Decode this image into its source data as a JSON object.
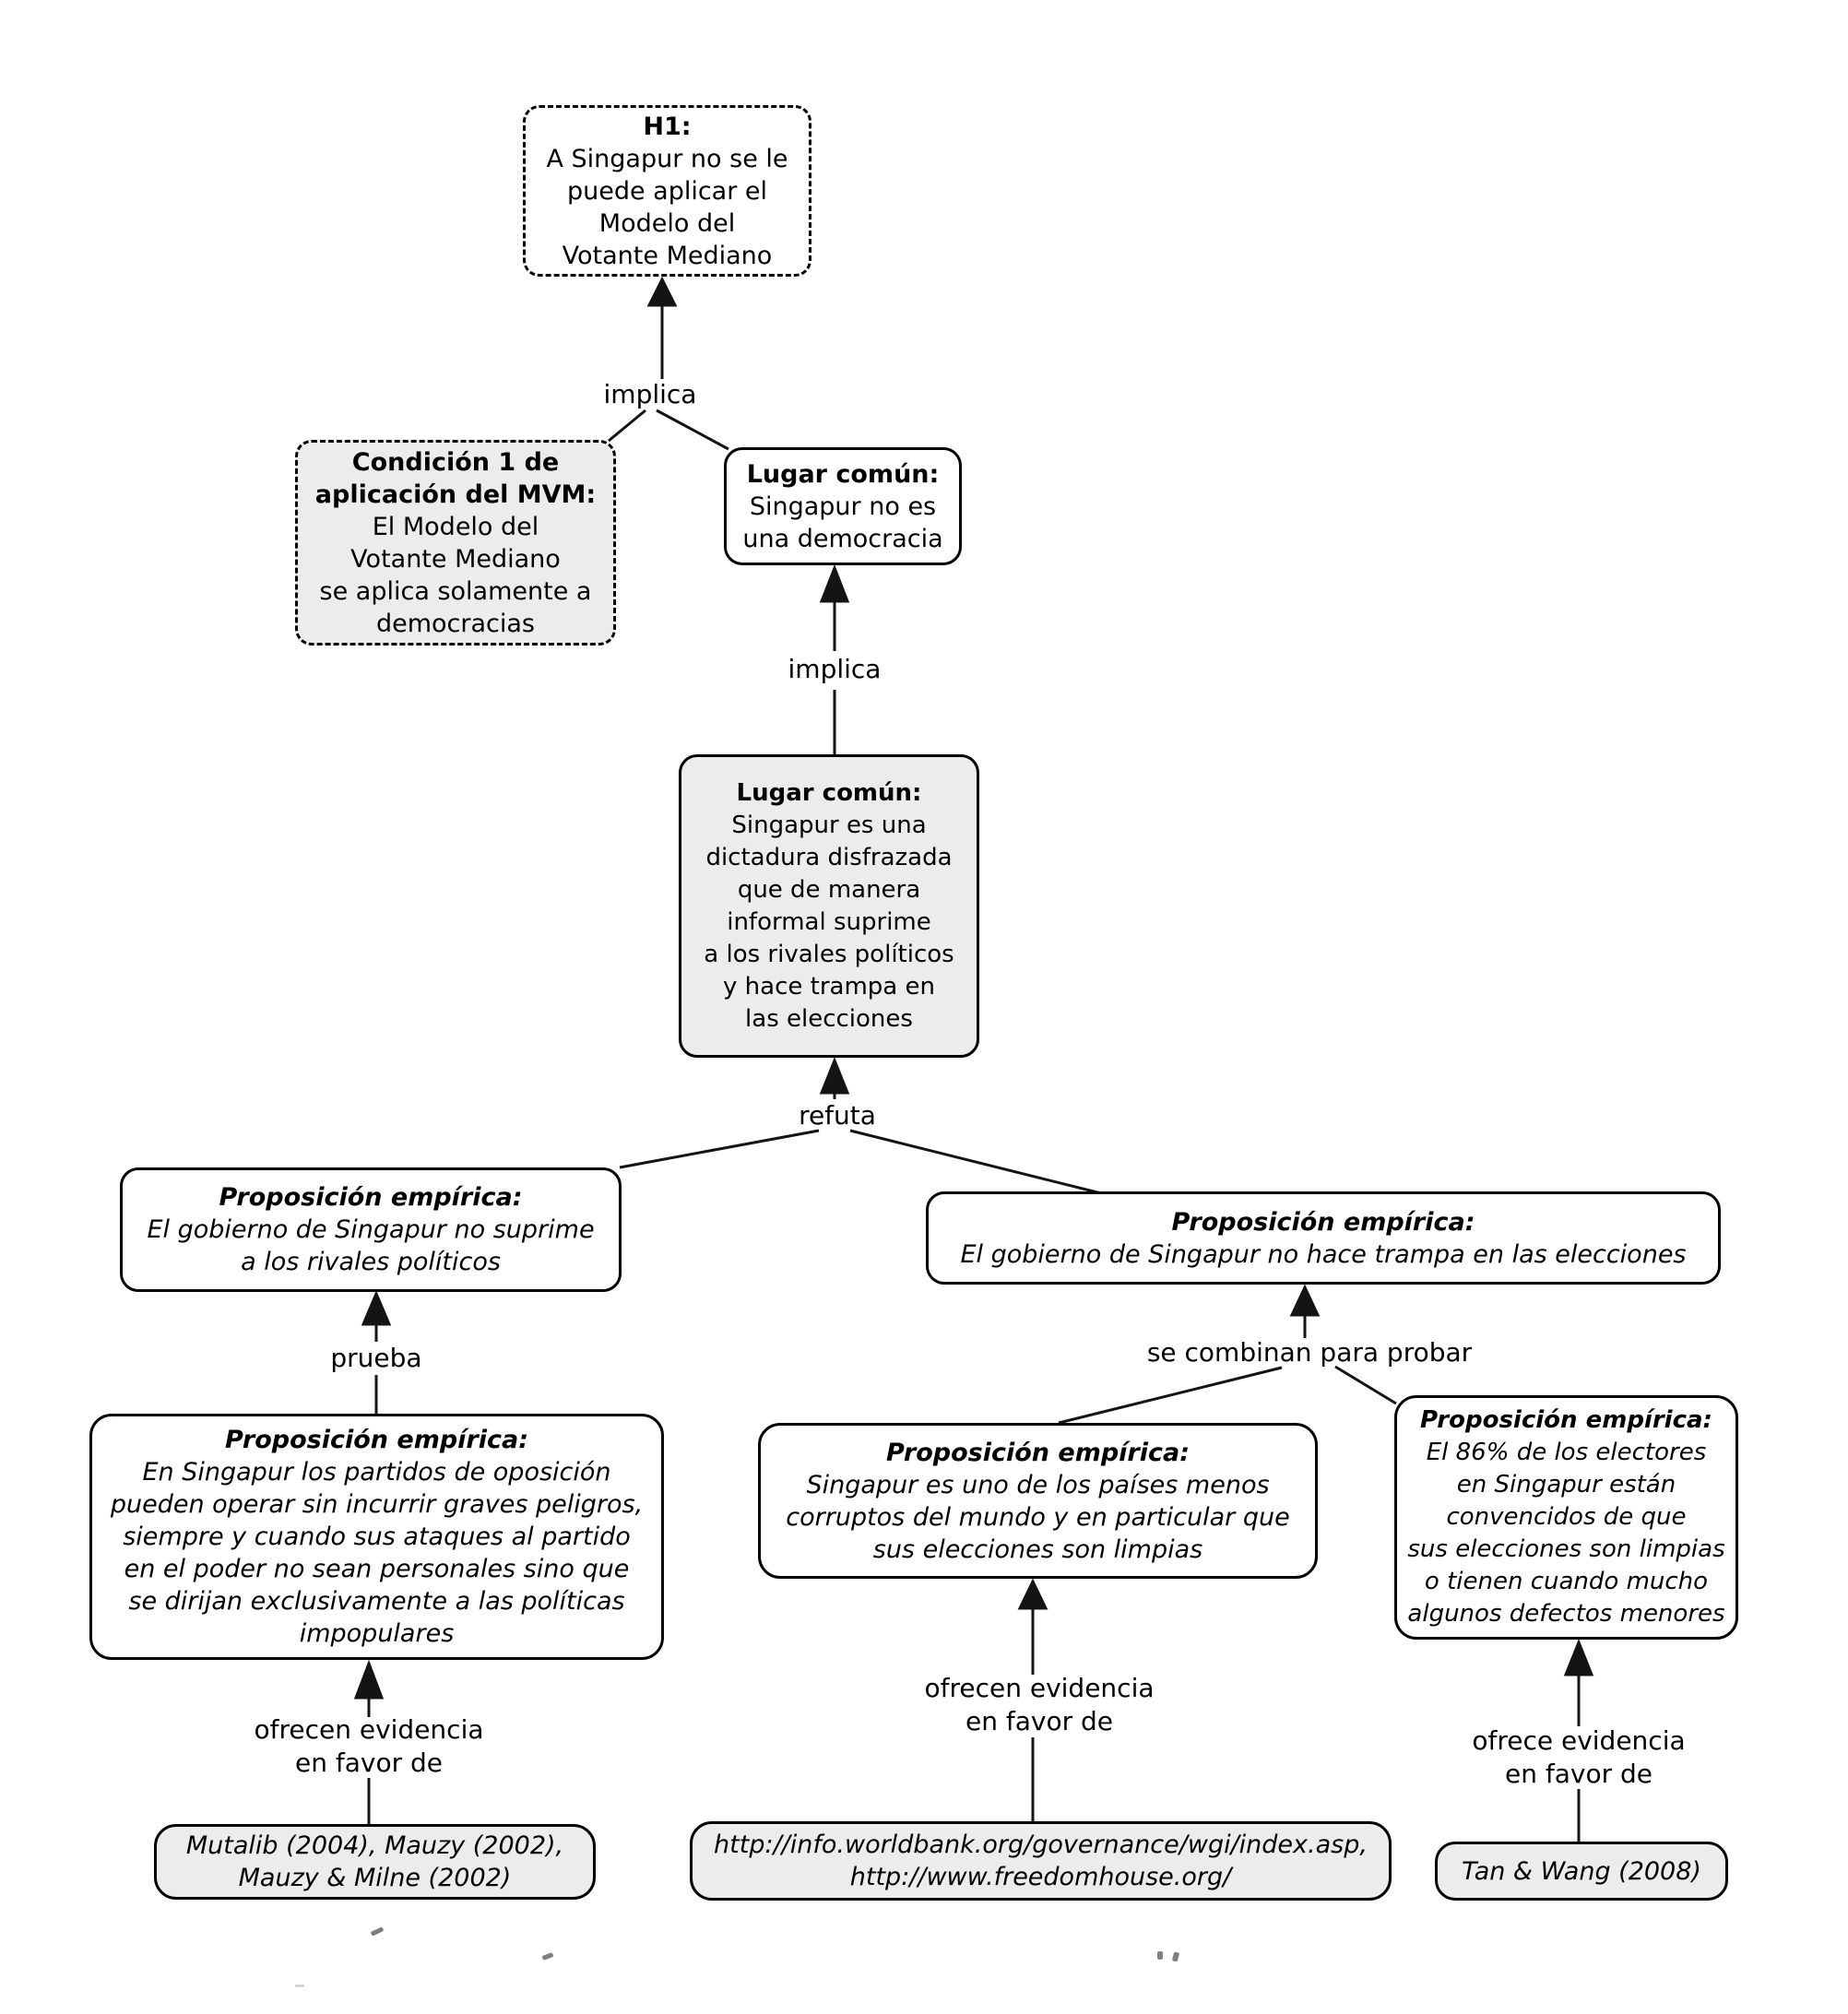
{
  "diagram": {
    "nodes": {
      "h1": {
        "title": "H1:",
        "body": [
          "A Singapur no se le",
          "puede aplicar el",
          "Modelo del",
          "Votante Mediano"
        ]
      },
      "condicion1": {
        "title": [
          "Condición 1 de",
          "aplicación del MVM:"
        ],
        "body": [
          "El Modelo del",
          "Votante Mediano",
          "se aplica solamente a",
          "democracias"
        ]
      },
      "lugar_comun_1": {
        "title": "Lugar común:",
        "body": [
          "Singapur no es",
          "una democracia"
        ]
      },
      "lugar_comun_2": {
        "title": "Lugar común:",
        "body": [
          "Singapur es una",
          "dictadura disfrazada",
          "que de manera",
          "informal suprime",
          "a los rivales políticos",
          "y hace trampa en",
          "las elecciones"
        ]
      },
      "prop_no_suprime": {
        "title": "Proposición empírica:",
        "body": [
          "El gobierno de Singapur no suprime",
          "a los rivales políticos"
        ]
      },
      "prop_no_trampa": {
        "title": "Proposición empírica:",
        "body": [
          "El gobierno de Singapur no hace trampa en las elecciones"
        ]
      },
      "prop_oposicion": {
        "title": "Proposición empírica:",
        "body": [
          "En Singapur los partidos de oposición",
          "pueden operar sin incurrir graves peligros,",
          "siempre y cuando sus ataques al partido",
          "en el poder no sean personales sino que",
          "se dirijan exclusivamente a las políticas",
          "impopulares"
        ]
      },
      "prop_corrupcion": {
        "title": "Proposición empírica:",
        "body": [
          "Singapur es uno de los países menos",
          "corruptos del mundo y en particular que",
          "sus elecciones son limpias"
        ]
      },
      "prop_86": {
        "title": "Proposición empírica:",
        "body": [
          "El 86% de los electores",
          "en Singapur están",
          "convencidos de que",
          "sus elecciones son limpias",
          "o tienen cuando mucho",
          "algunos defectos menores"
        ]
      },
      "fuente_mutalib": {
        "body": [
          "Mutalib (2004), Mauzy (2002),",
          "Mauzy & Milne (2002)"
        ]
      },
      "fuente_urls": {
        "body": [
          "http://info.worldbank.org/governance/wgi/index.asp,",
          "http://www.freedomhouse.org/"
        ]
      },
      "fuente_tan_wang": {
        "body": [
          "Tan & Wang (2008)"
        ]
      }
    },
    "edge_labels": {
      "implica_1": "implica",
      "implica_2": "implica",
      "refuta": "refuta",
      "prueba": "prueba",
      "se_combinan": "se combinan para probar",
      "ofrecen_evidencia_izq": [
        "ofrecen evidencia",
        "en favor de"
      ],
      "ofrecen_evidencia_centro": [
        "ofrecen evidencia",
        "en favor de"
      ],
      "ofrece_evidencia_der": [
        "ofrece evidencia",
        "en favor de"
      ]
    },
    "colors": {
      "background": "#ffffff",
      "node_fill_white": "#ffffff",
      "node_fill_gray": "#ececec",
      "border": "#000000",
      "text": "#000000"
    }
  }
}
